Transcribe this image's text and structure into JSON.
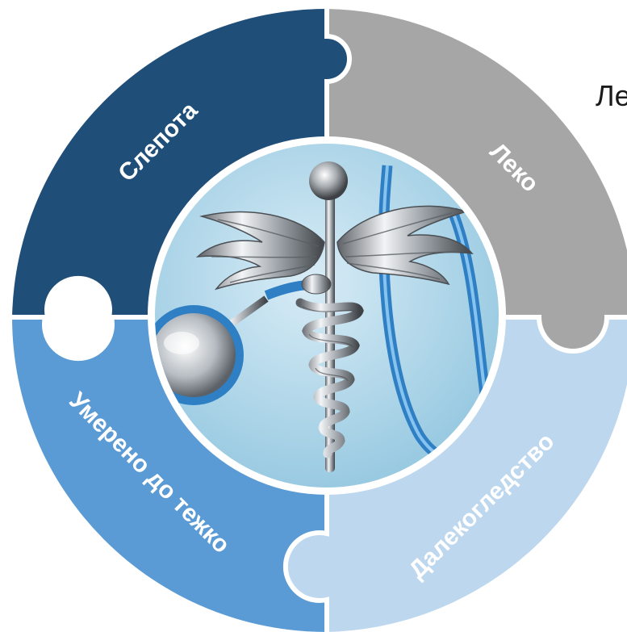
{
  "segments": {
    "top_left": {
      "label": "Слепота",
      "color": "#1f4e79",
      "text_color": "#ffffff"
    },
    "top_right": {
      "label": "Леко",
      "color": "#a6a6a6",
      "text_color": "#ffffff"
    },
    "bottom_left": {
      "label": "Умерено до тежко",
      "color": "#5b9bd5",
      "text_color": "#ffffff"
    },
    "bottom_right": {
      "label": "Далекогледство",
      "color": "#bdd7ee",
      "text_color": "#ffffff"
    }
  },
  "side_text": "Ле",
  "center_image": {
    "icon": "caduceus-stethoscope-icon"
  }
}
